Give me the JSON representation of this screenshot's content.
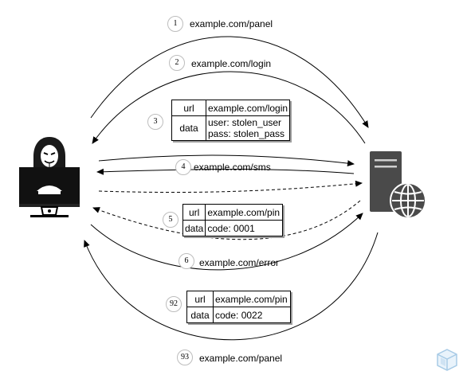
{
  "steps": [
    {
      "num": "1",
      "label": "example.com/panel"
    },
    {
      "num": "2",
      "label": "example.com/login"
    },
    {
      "num": "3"
    },
    {
      "num": "4",
      "label": "example.com/sms"
    },
    {
      "num": "5"
    },
    {
      "num": "6",
      "label": "example.com/error"
    },
    {
      "num": "92"
    },
    {
      "num": "93",
      "label": "example.com/panel"
    }
  ],
  "tables": {
    "login": {
      "url_key": "url",
      "url_val": "example.com/login",
      "data_key": "data",
      "data_line1": "user: stolen_user",
      "data_line2": "pass: stolen_pass"
    },
    "pin1": {
      "url_key": "url",
      "url_val": "example.com/pin",
      "data_key": "data",
      "data_val": "code: 0001"
    },
    "pin2": {
      "url_key": "url",
      "url_val": "example.com/pin",
      "data_key": "data",
      "data_val": "code: 0022"
    }
  },
  "icons": {
    "attacker": "hacker-computer-icon",
    "server": "web-server-icon",
    "corner": "cube-logo-icon"
  }
}
